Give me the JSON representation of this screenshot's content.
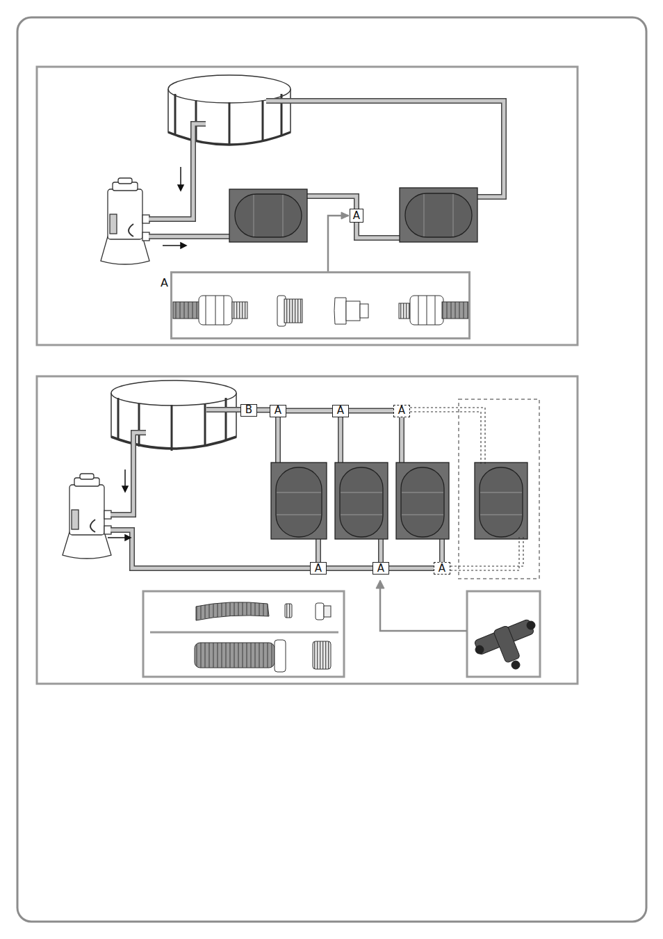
{
  "diagram": {
    "nodes": [
      {
        "text": [
          "A"
        ]
      },
      {
        "text": [
          "A"
        ]
      },
      {
        "text": [
          "B"
        ]
      },
      {
        "text": [
          "A"
        ]
      },
      {
        "text": [
          "A"
        ]
      },
      {
        "text": [
          "A"
        ]
      },
      {
        "text": [
          "A"
        ]
      },
      {
        "text": [
          "A"
        ]
      },
      {
        "text": [
          "A"
        ]
      }
    ],
    "edges": [
      {
        "from": 1,
        "to": 0,
        "arrow": "to"
      },
      {
        "from": 2,
        "to": 3,
        "arrow": "none"
      },
      {
        "from": 3,
        "to": 4,
        "arrow": "none"
      },
      {
        "from": 4,
        "to": 5,
        "arrow": "none"
      },
      {
        "from": 6,
        "to": 7,
        "arrow": "none"
      },
      {
        "from": 7,
        "to": 8,
        "arrow": "none"
      }
    ]
  }
}
